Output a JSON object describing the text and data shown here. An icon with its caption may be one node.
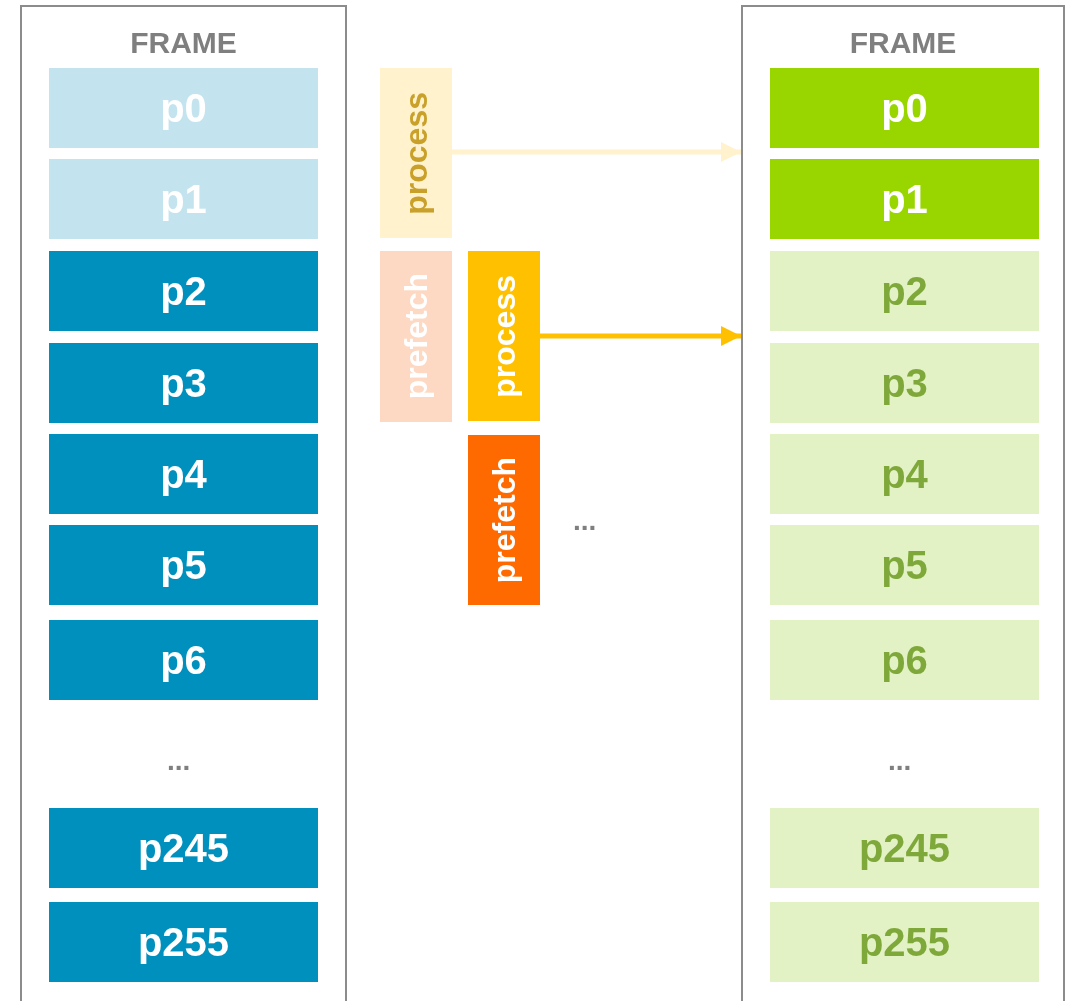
{
  "diagram": {
    "nodes": [
      {
        "text": [
          "FRAME"
        ]
      },
      {
        "text": [
          "p0"
        ],
        "in": 0
      },
      {
        "text": [
          "p1"
        ],
        "in": 0
      },
      {
        "text": [
          "p2"
        ],
        "in": 0
      },
      {
        "text": [
          "p3"
        ],
        "in": 0
      },
      {
        "text": [
          "p4"
        ],
        "in": 0
      },
      {
        "text": [
          "p5"
        ],
        "in": 0
      },
      {
        "text": [
          "p6"
        ],
        "in": 0
      },
      {
        "text": [
          "p245"
        ],
        "in": 0
      },
      {
        "text": [
          "p255"
        ],
        "in": 0
      },
      {
        "text": [
          "process"
        ]
      },
      {
        "text": [
          "prefetch"
        ]
      },
      {
        "text": [
          "process"
        ]
      },
      {
        "text": [
          "prefetch"
        ]
      },
      {
        "text": [
          "FRAME"
        ]
      },
      {
        "text": [
          "p0"
        ],
        "in": 14
      },
      {
        "text": [
          "p1"
        ],
        "in": 14
      },
      {
        "text": [
          "p2"
        ],
        "in": 14
      },
      {
        "text": [
          "p3"
        ],
        "in": 14
      },
      {
        "text": [
          "p4"
        ],
        "in": 14
      },
      {
        "text": [
          "p5"
        ],
        "in": 14
      },
      {
        "text": [
          "p6"
        ],
        "in": 14
      },
      {
        "text": [
          "p245"
        ],
        "in": 14
      },
      {
        "text": [
          "p255"
        ],
        "in": 14
      }
    ],
    "edges": [
      {
        "from": 10,
        "to": 14,
        "arrow": "to",
        "color": "#fff2cc"
      },
      {
        "from": 12,
        "to": 14,
        "arrow": "to",
        "color": "#ffc000"
      }
    ],
    "labels": [
      "...",
      "...",
      "..."
    ]
  }
}
